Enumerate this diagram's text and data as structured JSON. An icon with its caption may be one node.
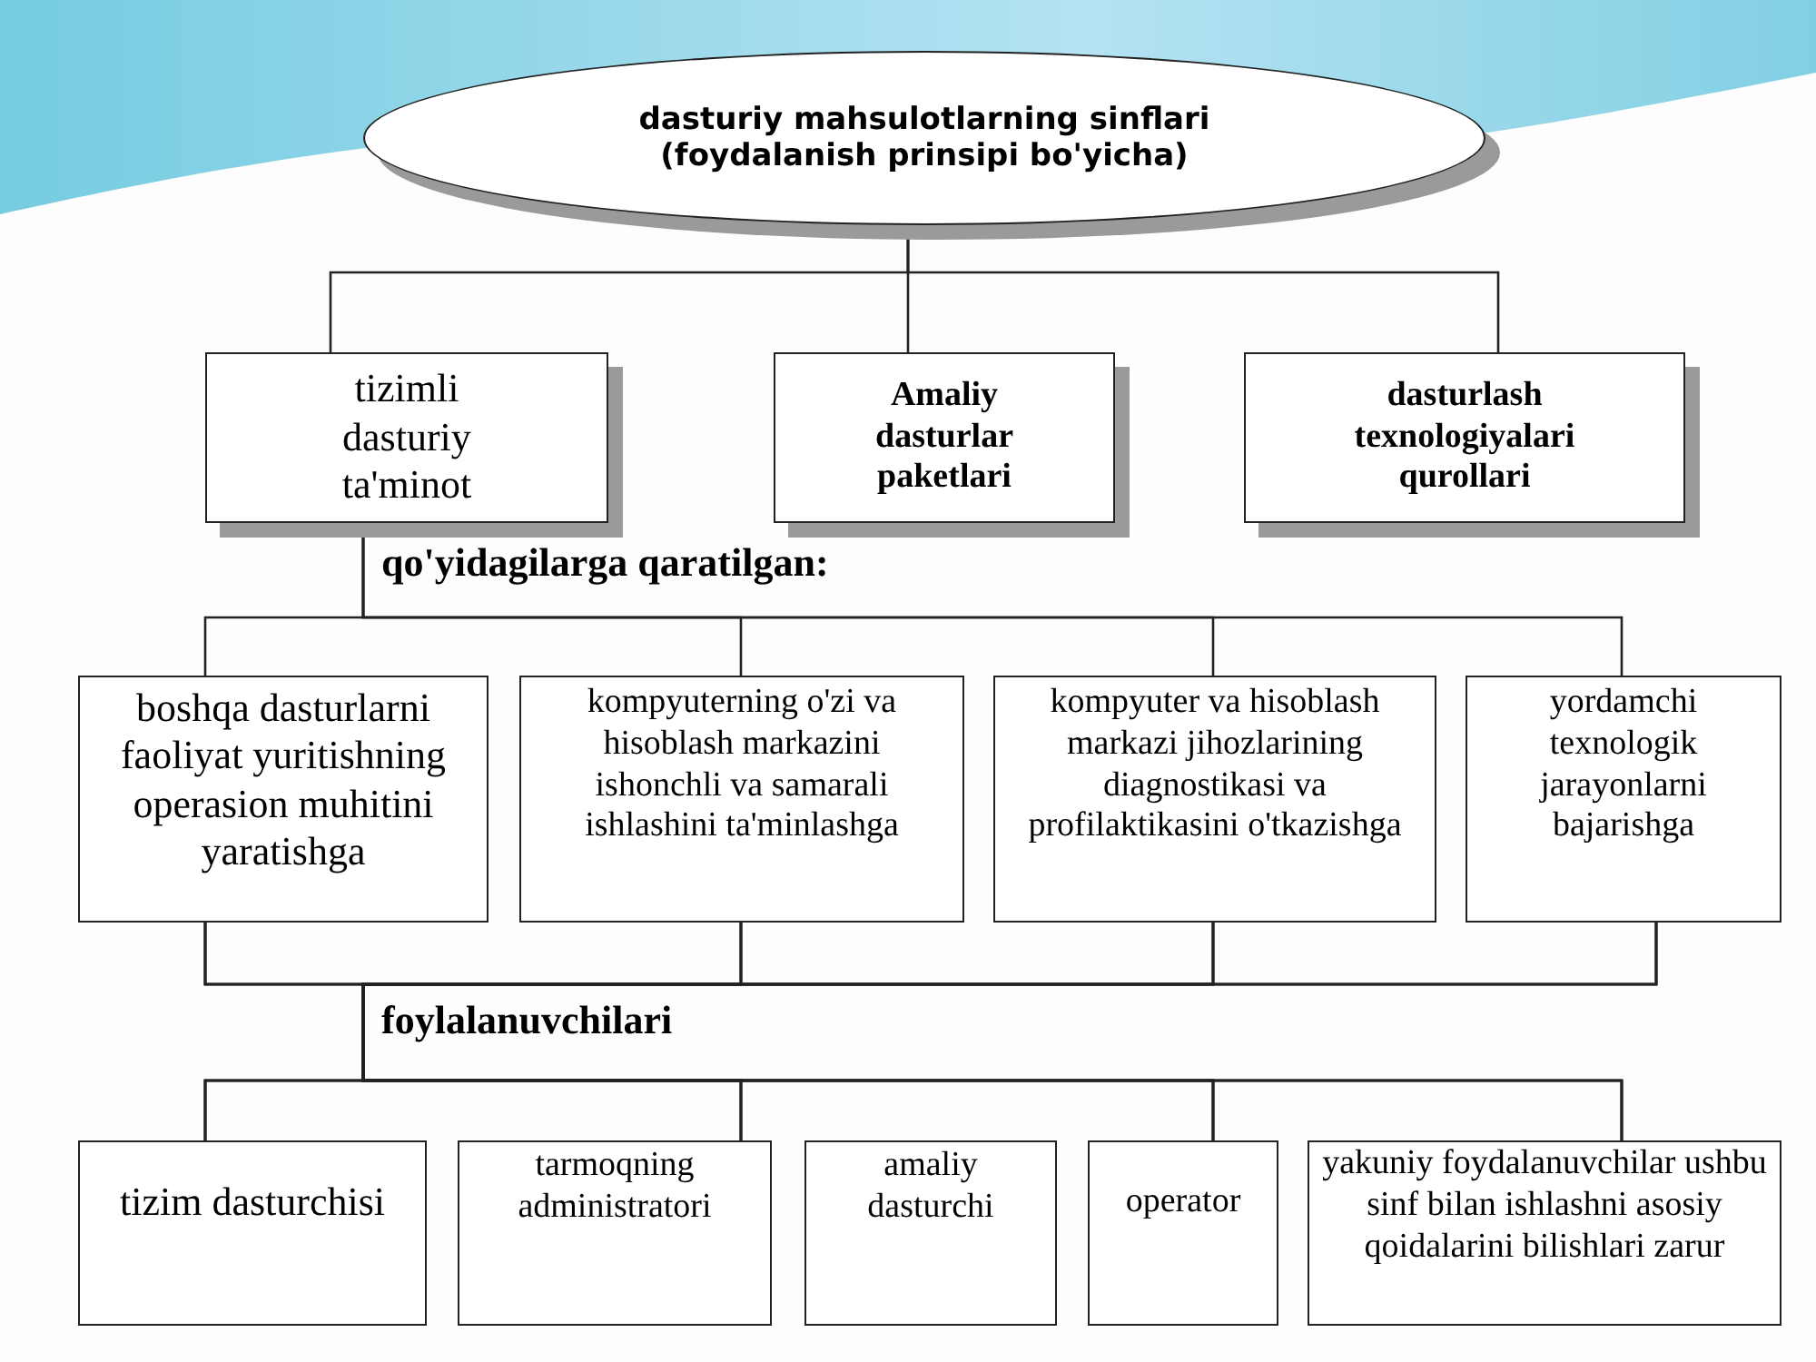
{
  "diagram": {
    "nodes": [
      {
        "text": [
          "dasturiy mahsulotlarning sinflari (foydalanish prinsipi bo'yicha)"
        ]
      },
      {
        "text": [
          "tizimli dasturiy ta'minot"
        ]
      },
      {
        "text": [
          "Amaliy dasturlar paketlari"
        ]
      },
      {
        "text": [
          "dasturlash texnologiyalari qurollari"
        ]
      },
      {
        "text": [
          "boshqa dasturlarni faoliyat yuritishning operasion muhitini yaratishga"
        ]
      },
      {
        "text": [
          "kompyuterning o'zi va hisoblash markazini ishonchli va samarali ishlashini ta'minlashga"
        ]
      },
      {
        "text": [
          "kompyuter va hisoblash markazi jihozlarining diagnostikasi va profilaktikasini o'tkazishga"
        ]
      },
      {
        "text": [
          "yordamchi texnologik jarayonlarni bajarishga"
        ]
      },
      {
        "text": [
          "tizim dasturchisi"
        ]
      },
      {
        "text": [
          "tarmoqning administratori"
        ]
      },
      {
        "text": [
          "amaliy dasturchi"
        ]
      },
      {
        "text": [
          "operator"
        ]
      },
      {
        "text": [
          "yakuniy foydalanuvchilar ushbu sinf bilan ishlashni asosiy qoidalarini bilishlari zarur"
        ]
      }
    ],
    "edges": [
      {
        "from": 0,
        "to": 1,
        "arrow": "none"
      },
      {
        "from": 0,
        "to": 2,
        "arrow": "none"
      },
      {
        "from": 0,
        "to": 3,
        "arrow": "none"
      },
      {
        "from": 1,
        "to": 4,
        "arrow": "none"
      },
      {
        "from": 1,
        "to": 5,
        "arrow": "none"
      },
      {
        "from": 1,
        "to": 6,
        "arrow": "none"
      },
      {
        "from": 1,
        "to": 7,
        "arrow": "none"
      },
      {
        "from": 4,
        "to": 8,
        "arrow": "none"
      },
      {
        "from": 4,
        "to": 9,
        "arrow": "none"
      },
      {
        "from": 4,
        "to": 11,
        "arrow": "none"
      },
      {
        "from": 4,
        "to": 12,
        "arrow": "none"
      },
      {
        "from": 5,
        "to": 8,
        "arrow": "none"
      },
      {
        "from": 5,
        "to": 9,
        "arrow": "none"
      },
      {
        "from": 5,
        "to": 11,
        "arrow": "none"
      },
      {
        "from": 5,
        "to": 12,
        "arrow": "none"
      },
      {
        "from": 6,
        "to": 8,
        "arrow": "none"
      },
      {
        "from": 6,
        "to": 9,
        "arrow": "none"
      },
      {
        "from": 6,
        "to": 11,
        "arrow": "none"
      },
      {
        "from": 6,
        "to": 12,
        "arrow": "none"
      },
      {
        "from": 7,
        "to": 8,
        "arrow": "none"
      },
      {
        "from": 7,
        "to": 9,
        "arrow": "none"
      },
      {
        "from": 7,
        "to": 11,
        "arrow": "none"
      },
      {
        "from": 7,
        "to": 12,
        "arrow": "none"
      }
    ],
    "labels": [
      "qo'yidagilarga qaratilgan:",
      "foylalanuvchilari"
    ]
  }
}
